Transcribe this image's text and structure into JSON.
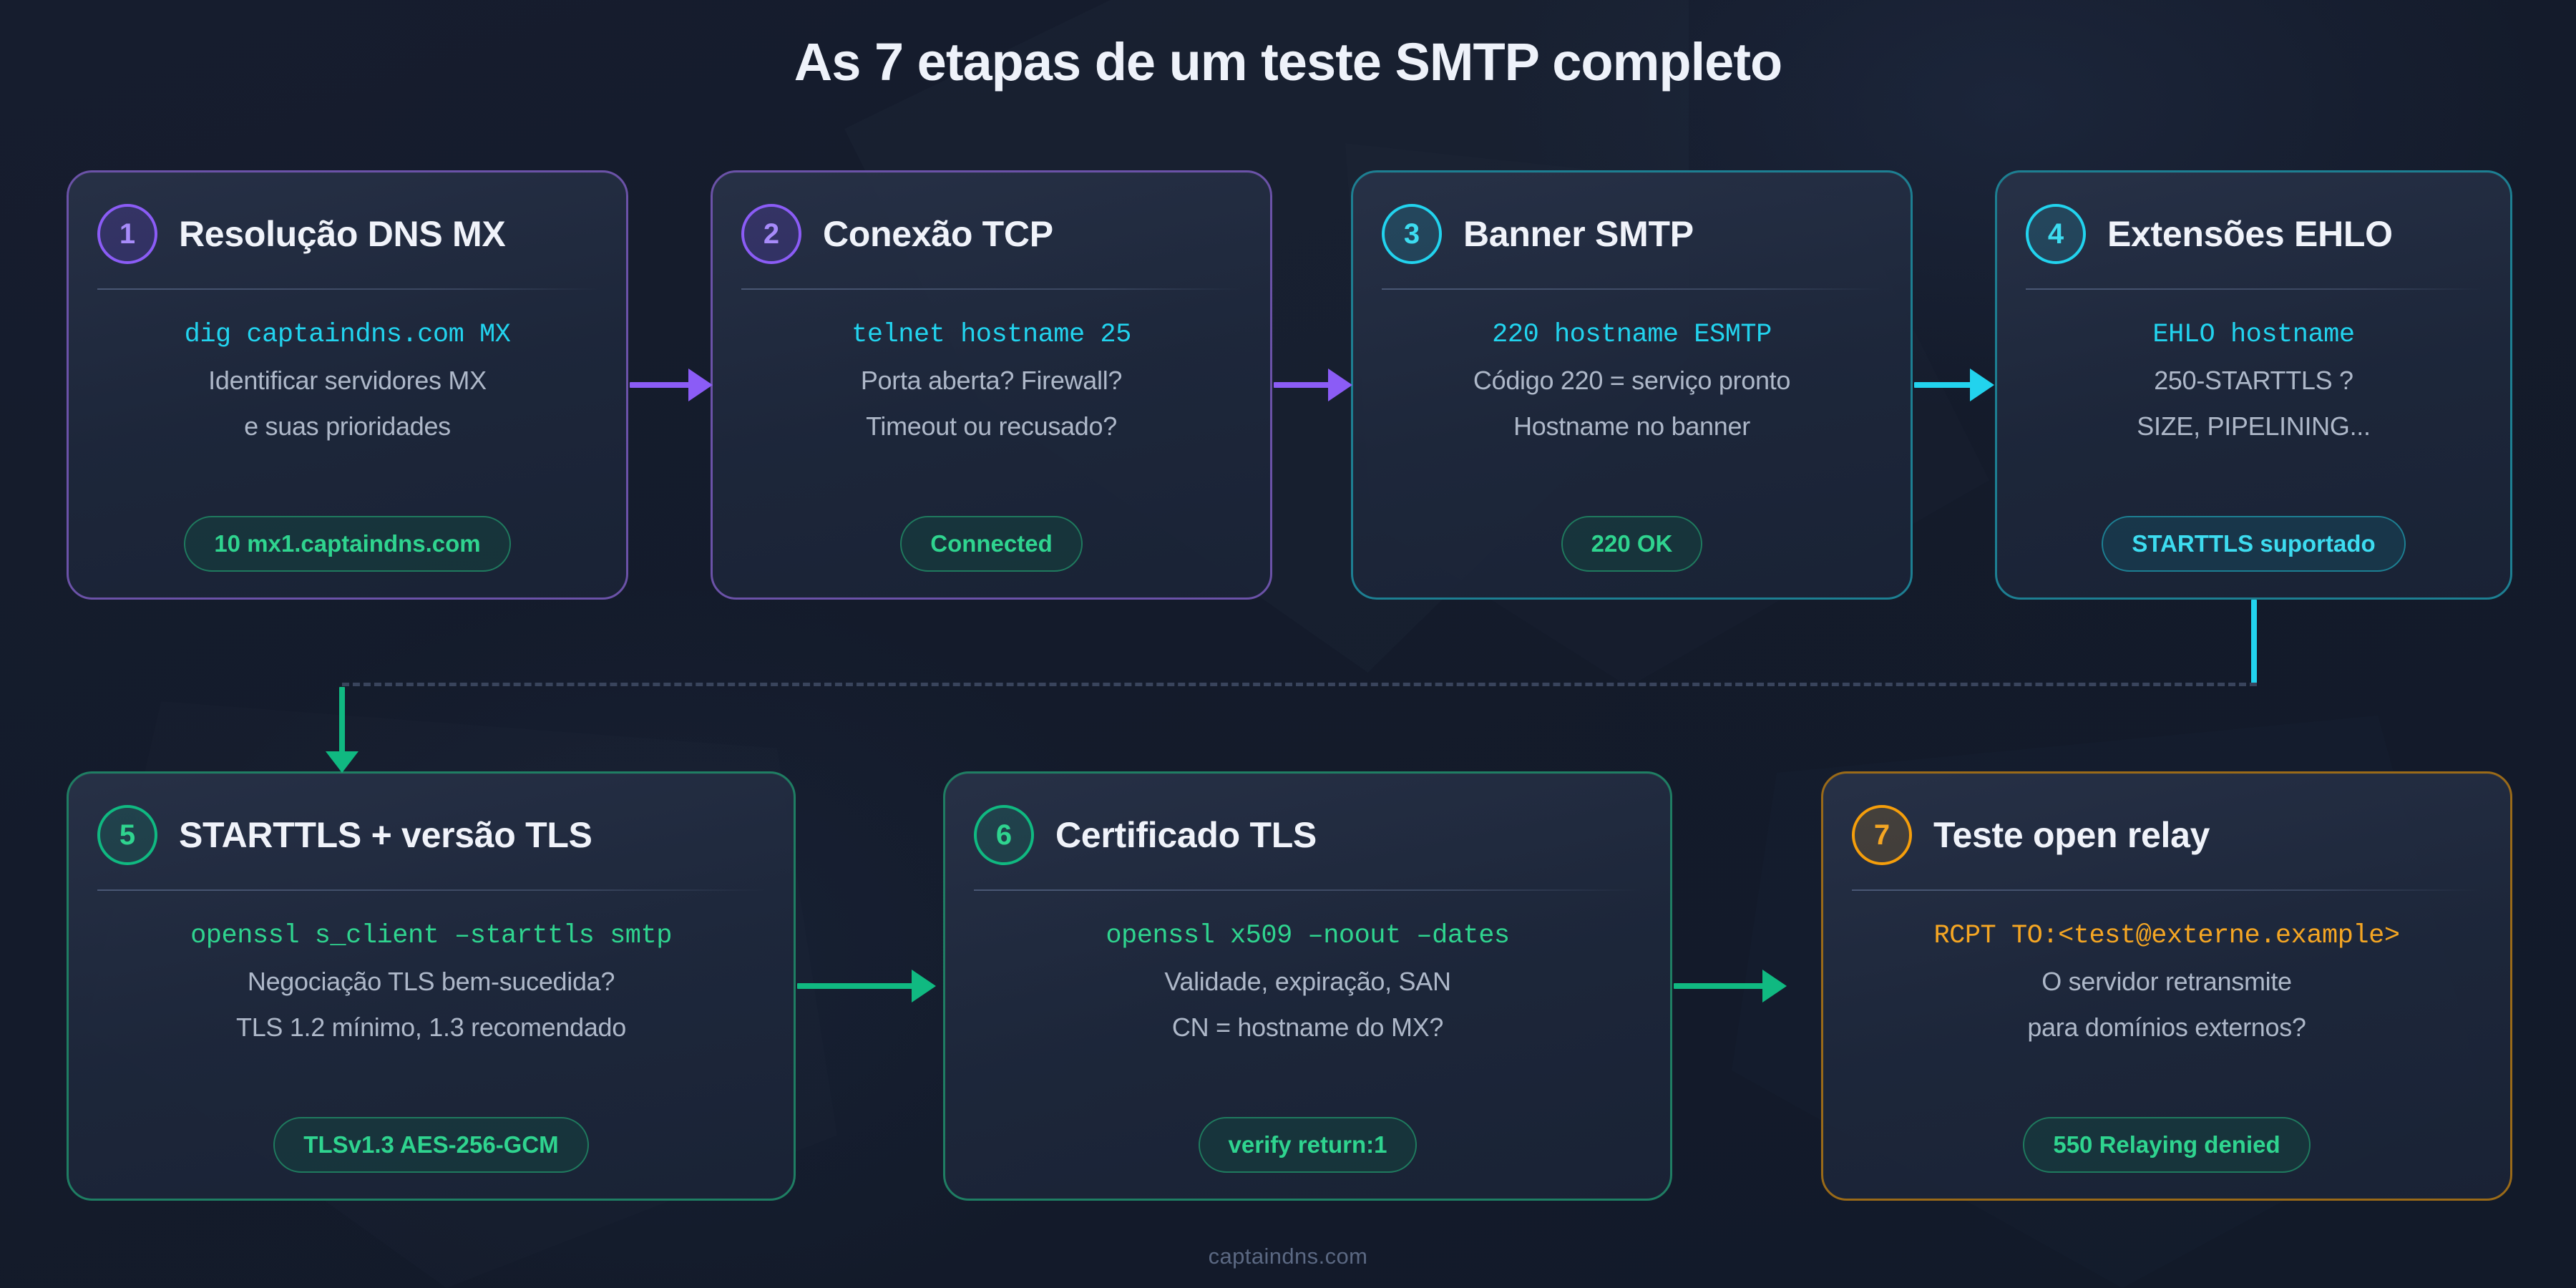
{
  "title": "As 7 etapas de um teste SMTP completo",
  "footer": "captaindns.com",
  "colors": {
    "background": "#151c2c",
    "purple": "#8b5cf6",
    "cyan": "#22d3ee",
    "green": "#10b981",
    "orange": "#f59e0b",
    "pill_green_text": "#2fd48f",
    "title_text": "#eef2fa",
    "body_text": "#aeb8c9"
  },
  "steps": [
    {
      "number": "1",
      "title": "Resolução DNS MX",
      "command": "dig captaindns.com MX",
      "lines": [
        "Identificar servidores MX",
        "e suas prioridades"
      ],
      "result": "10 mx1.captaindns.com",
      "accent": "purple"
    },
    {
      "number": "2",
      "title": "Conexão TCP",
      "command": "telnet hostname 25",
      "lines": [
        "Porta aberta? Firewall?",
        "Timeout ou recusado?"
      ],
      "result": "Connected",
      "accent": "purple"
    },
    {
      "number": "3",
      "title": "Banner SMTP",
      "command": "220 hostname ESMTP",
      "lines": [
        "Código 220 = serviço pronto",
        "Hostname no banner"
      ],
      "result": "220 OK",
      "accent": "cyan"
    },
    {
      "number": "4",
      "title": "Extensões EHLO",
      "command": "EHLO hostname",
      "lines": [
        "250-STARTTLS ?",
        "SIZE, PIPELINING..."
      ],
      "result": "STARTTLS suportado",
      "accent": "cyan"
    },
    {
      "number": "5",
      "title": "STARTTLS + versão TLS",
      "command": "openssl s_client –starttls smtp",
      "lines": [
        "Negociação TLS bem-sucedida?",
        "TLS 1.2 mínimo, 1.3 recomendado"
      ],
      "result": "TLSv1.3 AES-256-GCM",
      "accent": "green"
    },
    {
      "number": "6",
      "title": "Certificado TLS",
      "command": "openssl x509 –noout –dates",
      "lines": [
        "Validade, expiração, SAN",
        "CN = hostname do MX?"
      ],
      "result": "verify return:1",
      "accent": "green"
    },
    {
      "number": "7",
      "title": "Teste open relay",
      "command": "RCPT TO:<test@externe.example>",
      "lines": [
        "O servidor retransmite",
        "para domínios externos?"
      ],
      "result": "550 Relaying denied",
      "accent": "orange"
    }
  ],
  "connectors": [
    {
      "name": "arrow-step1-to-step2",
      "color": "#8b5cf6",
      "direction": "right"
    },
    {
      "name": "arrow-step2-to-step3",
      "color": "#8b5cf6",
      "direction": "right"
    },
    {
      "name": "arrow-step3-to-step4",
      "color": "#22d3ee",
      "direction": "right"
    },
    {
      "name": "wrap-step4-to-step5",
      "color": "#22d3ee",
      "direction": "down-left"
    },
    {
      "name": "arrow-step5-to-step6",
      "color": "#10b981",
      "direction": "right"
    },
    {
      "name": "arrow-step6-to-step7",
      "color": "#10b981",
      "direction": "right"
    }
  ]
}
